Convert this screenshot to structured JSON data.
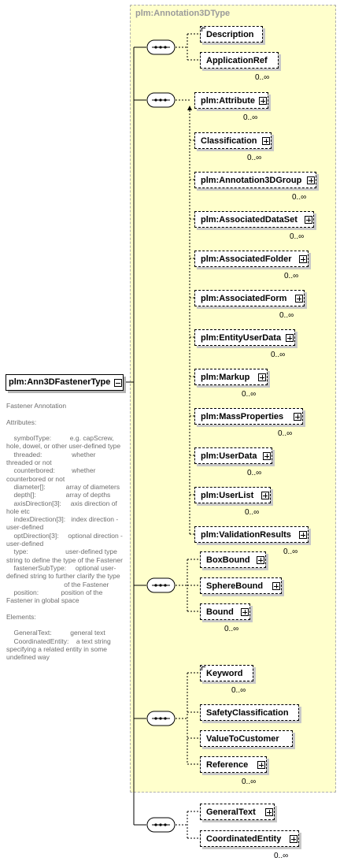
{
  "type_name": "plm:Annotation3DType",
  "root_element": "plm:Ann3DFastenerType",
  "documentation": "Fastener Annotation\n\nAttributes:\n\n    symbolType:          e.g. capScrew, hole, dowel, or other user-defined type\n    threaded:                whether threaded or not\n    counterbored:         whether counterbored or not\n    diameter[]:           array of diameters\n    depth[]:                array of depths\n    axisDirection[3]:     axis direction of hole etc\n    indexDirection[3]:   index direction - user-defined\n    optDirection[3]:     optional direction - user-defined\n    type:                    user-defined type string to define the type of the Fastener\n    fastenerSubType:     optional user-defined string to further clarify the type\n                               of the Fastener\n    position:            position of the Fastener in global space\n\nElements:\n\n    GeneralText:          general text\n    CoordinatedEntity:    a text string specifying a related entity in some undefined way",
  "cardinality_unbounded": "0..∞",
  "elements": {
    "description": "Description",
    "application_ref": "ApplicationRef",
    "attribute": "plm:Attribute",
    "classification": "Classification",
    "annotation_3d_group": "plm:Annotation3DGroup",
    "associated_data_set": "plm:AssociatedDataSet",
    "associated_folder": "plm:AssociatedFolder",
    "associated_form": "plm:AssociatedForm",
    "entity_user_data": "plm:EntityUserData",
    "markup": "plm:Markup",
    "mass_properties": "plm:MassProperties",
    "user_data": "plm:UserData",
    "user_list": "plm:UserList",
    "validation_results": "plm:ValidationResults",
    "box_bound": "BoxBound",
    "sphere_bound": "SphereBound",
    "bound": "Bound",
    "keyword": "Keyword",
    "safety_classification": "SafetyClassification",
    "value_to_customer": "ValueToCustomer",
    "reference": "Reference",
    "general_text": "GeneralText",
    "coordinated_entity": "CoordinatedEntity"
  },
  "colors": {
    "type_panel_bg": "#ffffcc",
    "type_title": "#9a9a9a",
    "connector": "#000000",
    "shadow": "#c8c8c8",
    "doc_text": "#6e6e6e"
  }
}
